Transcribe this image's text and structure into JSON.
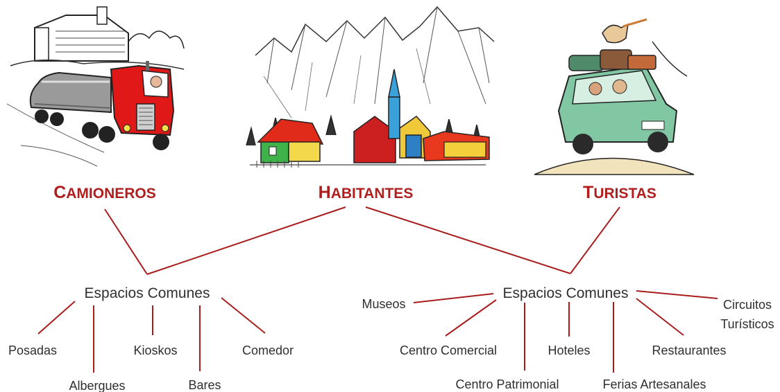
{
  "groups": {
    "camioneros": {
      "first": "C",
      "rest": "AMIONEROS"
    },
    "habitantes": {
      "first": "H",
      "rest": "ABITANTES"
    },
    "turistas": {
      "first": "T",
      "rest": "URISTAS"
    }
  },
  "left_hub": {
    "label": "Espacios Comunes",
    "items": [
      "Posadas",
      "Albergues",
      "Kioskos",
      "Bares",
      "Comedor"
    ]
  },
  "right_hub": {
    "label": "Espacios Comunes",
    "items": [
      "Museos",
      "Centro Comercial",
      "Centro Patrimonial",
      "Hoteles",
      "Ferias Artesanales",
      "Restaurantes",
      "Circuitos",
      "Turísticos"
    ]
  },
  "colors": {
    "accent": "#b01e1e",
    "line": "#a81c1c",
    "text": "#2f2f2f"
  },
  "illustrations": [
    "truck-illustration",
    "mountain-village-illustration",
    "tourist-car-illustration"
  ]
}
